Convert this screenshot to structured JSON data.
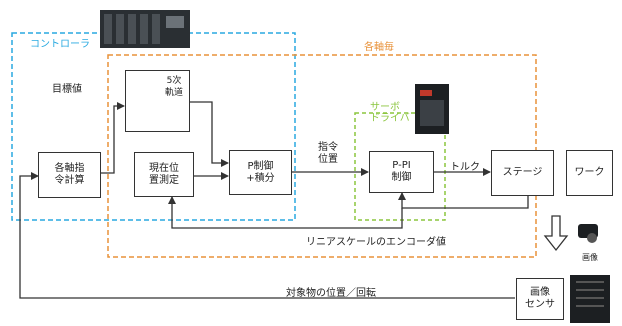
{
  "regions": {
    "controller": "コントローラ",
    "axis_control": "各軸毎",
    "servo_driver": "サーボ\nドライバ"
  },
  "blocks": {
    "axis_calc": "各軸指\n令計算",
    "profile": "5次\n軌道",
    "position_measure": "現在位\n置測定",
    "pi_control": "P制御\n+積分",
    "p_pi": "P-PI\n制御",
    "stage": "ステージ",
    "workpiece": "ワーク",
    "image_sensor": "画像\nセンサ"
  },
  "labels": {
    "target_value": "目標値",
    "command_position": "指令\n位置",
    "torque": "トルク",
    "encoder_value": "リニアスケールのエンコーダ値",
    "object_position": "対象物の位置／回転",
    "camera": "画像"
  },
  "colors": {
    "controller_border": "#29a9e0",
    "axis_border": "#e8923a",
    "servo_border": "#8cc63f",
    "line": "#333333"
  }
}
